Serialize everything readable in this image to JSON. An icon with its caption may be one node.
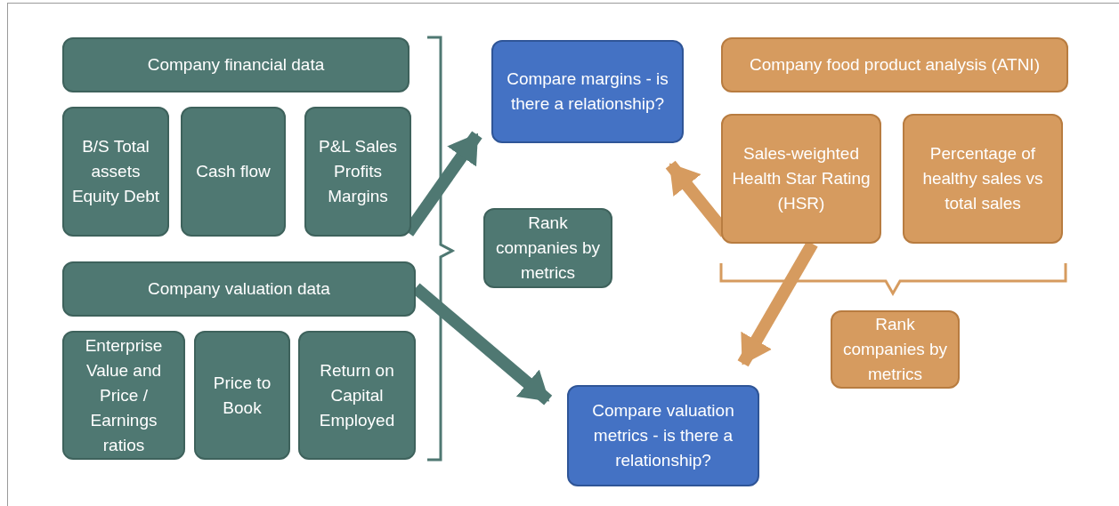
{
  "diagram": {
    "nodes": [
      {
        "text": [
          "Company financial data"
        ]
      },
      {
        "text": [
          "B/S Total assets Equity Debt"
        ]
      },
      {
        "text": [
          "Cash flow"
        ]
      },
      {
        "text": [
          "P&L Sales Profits Margins"
        ]
      },
      {
        "text": [
          "Company valuation data"
        ]
      },
      {
        "text": [
          "Enterprise Value and Price / Earnings ratios"
        ]
      },
      {
        "text": [
          "Price to Book"
        ]
      },
      {
        "text": [
          "Return on Capital Employed"
        ]
      },
      {
        "text": [
          "Rank companies by metrics"
        ]
      },
      {
        "text": [
          "Compare margins - is there a relationship?"
        ]
      },
      {
        "text": [
          "Compare valuation metrics - is there a relationship?"
        ]
      },
      {
        "text": [
          "Company food product analysis (ATNI)"
        ]
      },
      {
        "text": [
          "Sales-weighted Health Star Rating (HSR)"
        ]
      },
      {
        "text": [
          "Percentage of healthy sales vs total sales"
        ]
      },
      {
        "text": [
          "Rank companies by metrics"
        ]
      }
    ],
    "edges": [
      {
        "from": 3,
        "to": 9,
        "arrow": "to",
        "color": "#4f7872"
      },
      {
        "from": 4,
        "to": 10,
        "arrow": "to",
        "color": "#4f7872"
      },
      {
        "from": 12,
        "to": 9,
        "arrow": "to",
        "color": "#d69b5f"
      },
      {
        "from": 12,
        "to": 10,
        "arrow": "to",
        "color": "#d69b5f"
      }
    ]
  }
}
